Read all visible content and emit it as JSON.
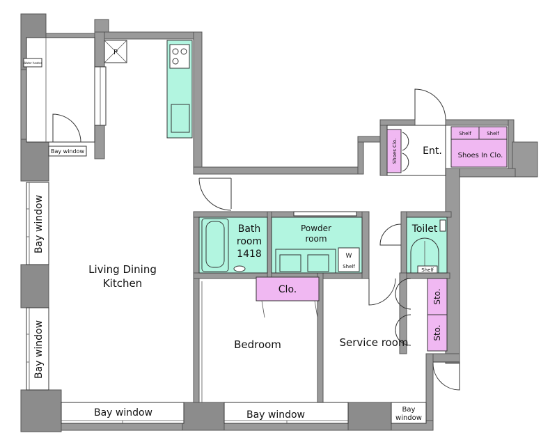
{
  "rooms": {
    "ldk_line1": "Living Dining",
    "ldk_line2": "Kitchen",
    "bedroom": "Bedroom",
    "service_room": "Service room",
    "bath_line1": "Bath",
    "bath_line2": "room",
    "bath_line3": "1418",
    "powder_line1": "Powder",
    "powder_line2": "room",
    "toilet": "Toilet",
    "entrance": "Ent."
  },
  "storage": {
    "closet": "Clo.",
    "storage_1": "Sto.",
    "storage_2": "Sto.",
    "shoes_closet": "Shoes Clo.",
    "shoes_in_closet": "Shoes  In Clo.",
    "shelf_1": "Shelf",
    "shelf_2": "Shelf",
    "shelf_powder": "Shelf",
    "shelf_toilet": "Shelf"
  },
  "windows": {
    "bay_left_upper": "Bay window",
    "bay_left_lower": "Bay window",
    "bay_top_small": "Bay window",
    "bay_bottom_ldk": "Bay window",
    "bay_bottom_bedroom": "Bay window",
    "bay_bottom_right_line1": "Bay",
    "bay_bottom_right_line2": "window"
  },
  "fixtures": {
    "pipe_space": "P",
    "water_heater": "Water heater",
    "washer": "W"
  },
  "colors": {
    "wall": "#9a9a9a",
    "wet_area": "#b2f5e0",
    "storage": "#f0b8f2"
  }
}
